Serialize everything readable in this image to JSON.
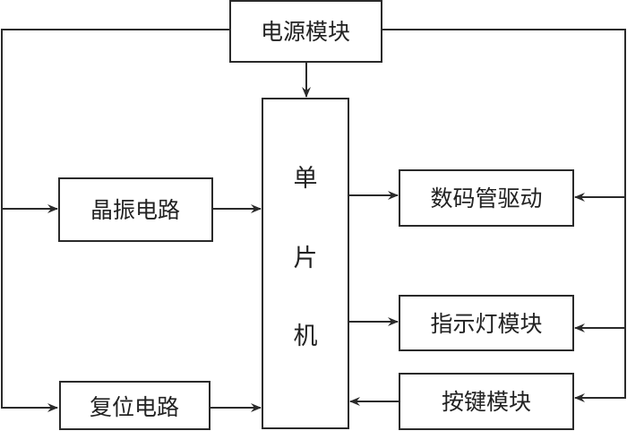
{
  "diagram": {
    "type": "block-diagram",
    "blocks": {
      "power": "电源模块",
      "mcu": [
        "单",
        "片",
        "机"
      ],
      "crystal": "晶振电路",
      "reset": "复位电路",
      "display_driver": "数码管驱动",
      "indicator": "指示灯模块",
      "keypad": "按键模块"
    },
    "connections": [
      {
        "from": "电源模块",
        "to": "单片机"
      },
      {
        "from": "电源模块",
        "to": "晶振电路"
      },
      {
        "from": "电源模块",
        "to": "复位电路"
      },
      {
        "from": "电源模块",
        "to": "数码管驱动"
      },
      {
        "from": "电源模块",
        "to": "指示灯模块"
      },
      {
        "from": "电源模块",
        "to": "按键模块"
      },
      {
        "from": "晶振电路",
        "to": "单片机"
      },
      {
        "from": "复位电路",
        "to": "单片机"
      },
      {
        "from": "单片机",
        "to": "数码管驱动"
      },
      {
        "from": "单片机",
        "to": "指示灯模块"
      },
      {
        "from": "按键模块",
        "to": "单片机"
      }
    ],
    "colors": {
      "stroke": "#2a2a2a",
      "text": "#222222",
      "background": "#ffffff"
    }
  }
}
